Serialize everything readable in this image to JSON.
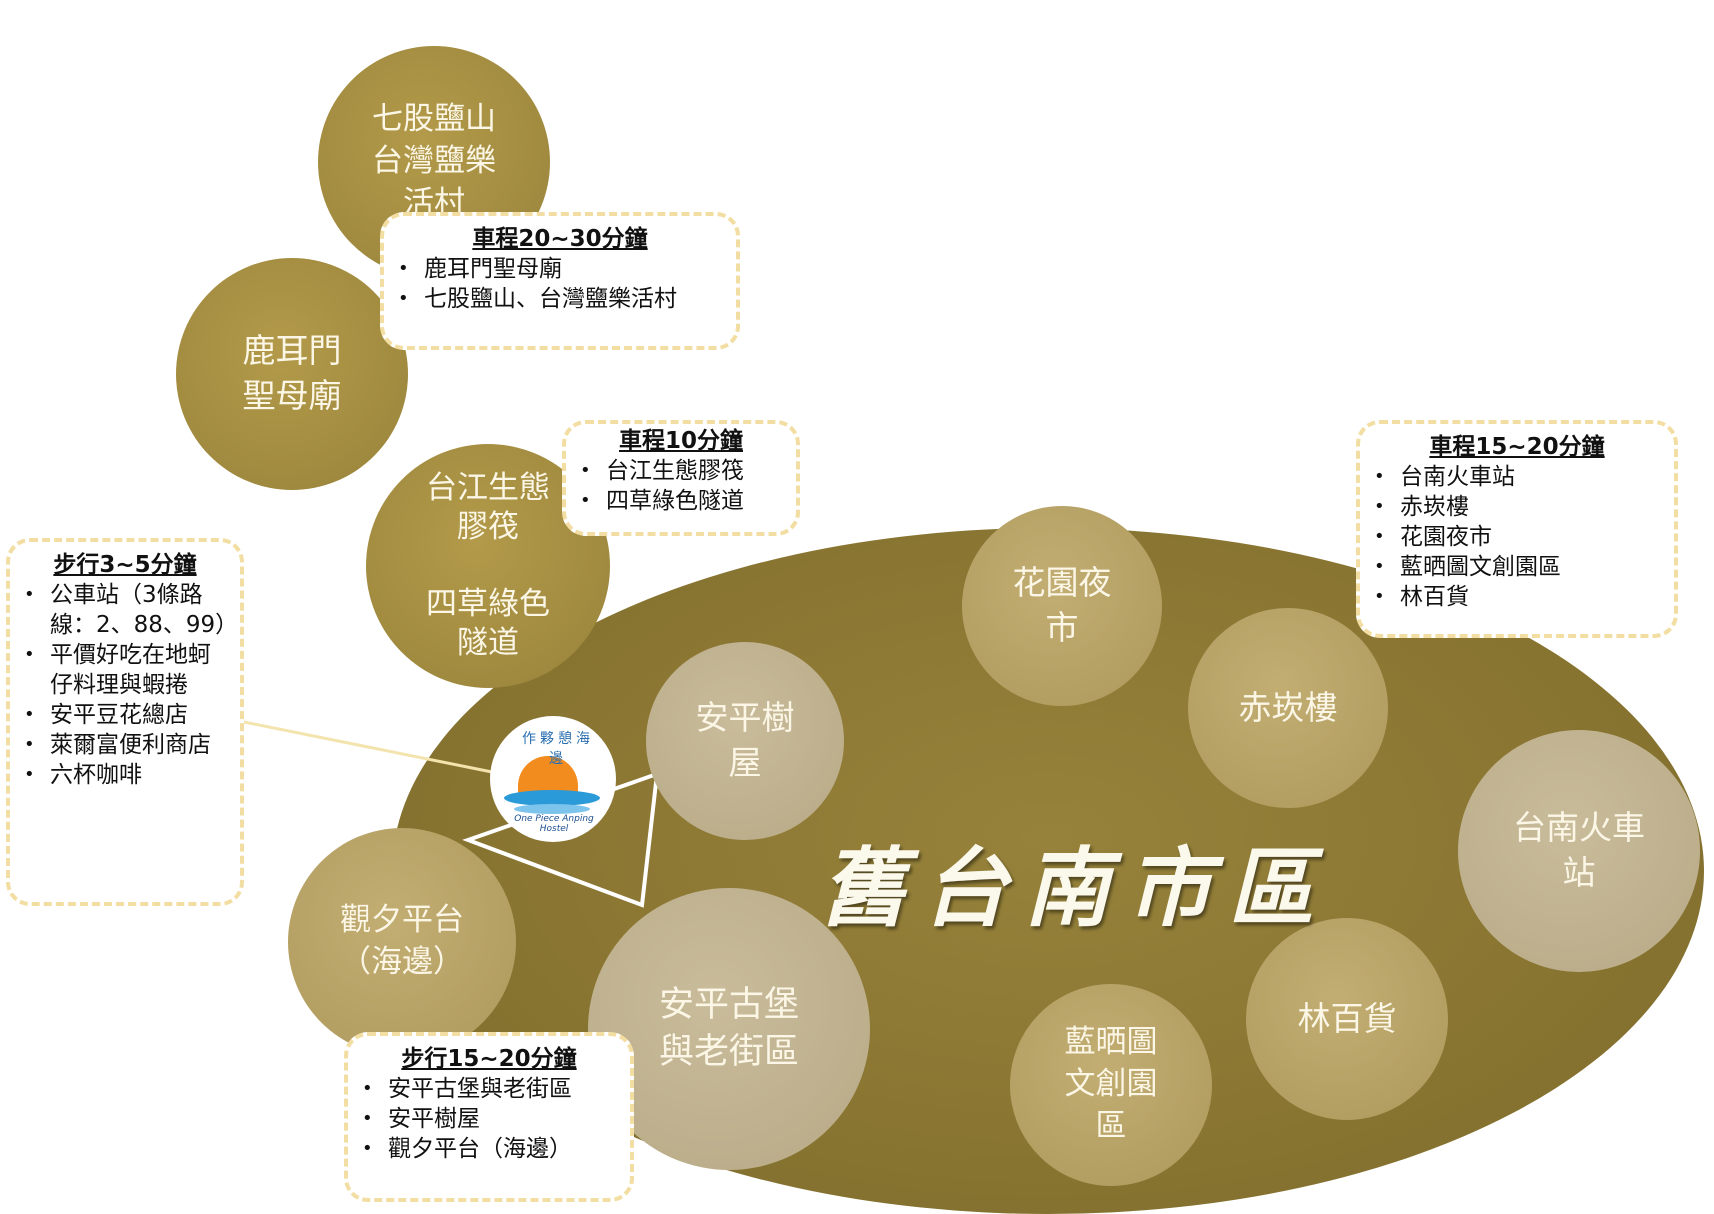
{
  "title": "舊台南市區",
  "logo": {
    "text": "作夥憩海邊",
    "subtitle": "One Piece Anping Hostel"
  },
  "circles": [
    {
      "id": "qigu",
      "label": "七股鹽山\n台灣鹽樂\n活村"
    },
    {
      "id": "luermen",
      "label": "鹿耳門\n聖母廟"
    },
    {
      "id": "taijiang",
      "label": "台江生態\n膠筏\n\n四草綠色\n隧道"
    },
    {
      "id": "treehouse",
      "label": "安平樹\n屋"
    },
    {
      "id": "nightmarket",
      "label": "花園夜\n市"
    },
    {
      "id": "chikan",
      "label": "赤崁樓"
    },
    {
      "id": "station",
      "label": "台南火車\n站"
    },
    {
      "id": "guanxi",
      "label": "觀夕平台\n（海邊）"
    },
    {
      "id": "fort",
      "label": "安平古堡\n與老街區"
    },
    {
      "id": "blueprint",
      "label": "藍晒圖\n文創園\n區"
    },
    {
      "id": "hayashi",
      "label": "林百貨"
    }
  ],
  "boxes": {
    "drive_20_30": {
      "heading": "車程20~30分鐘",
      "items": [
        "鹿耳門聖母廟",
        "七股鹽山、台灣鹽樂活村"
      ]
    },
    "drive_10": {
      "heading": "車程10分鐘",
      "items": [
        "台江生態膠筏",
        "四草綠色隧道"
      ]
    },
    "drive_15_20": {
      "heading": "車程15~20分鐘",
      "items": [
        "台南火車站",
        "赤崁樓",
        "花園夜市",
        "藍晒圖文創園區",
        "林百貨"
      ]
    },
    "walk_3_5": {
      "heading": "步行3~5分鐘",
      "items": [
        "公車站（3條路線：2、88、99）",
        "平價好吃在地蚵仔料理與蝦捲",
        "安平豆花總店",
        "萊爾富便利商店",
        "六杯咖啡"
      ]
    },
    "walk_15_20": {
      "heading": "步行15~20分鐘",
      "items": [
        "安平古堡與老街區",
        "安平樹屋",
        "觀夕平台（海邊）"
      ]
    }
  }
}
